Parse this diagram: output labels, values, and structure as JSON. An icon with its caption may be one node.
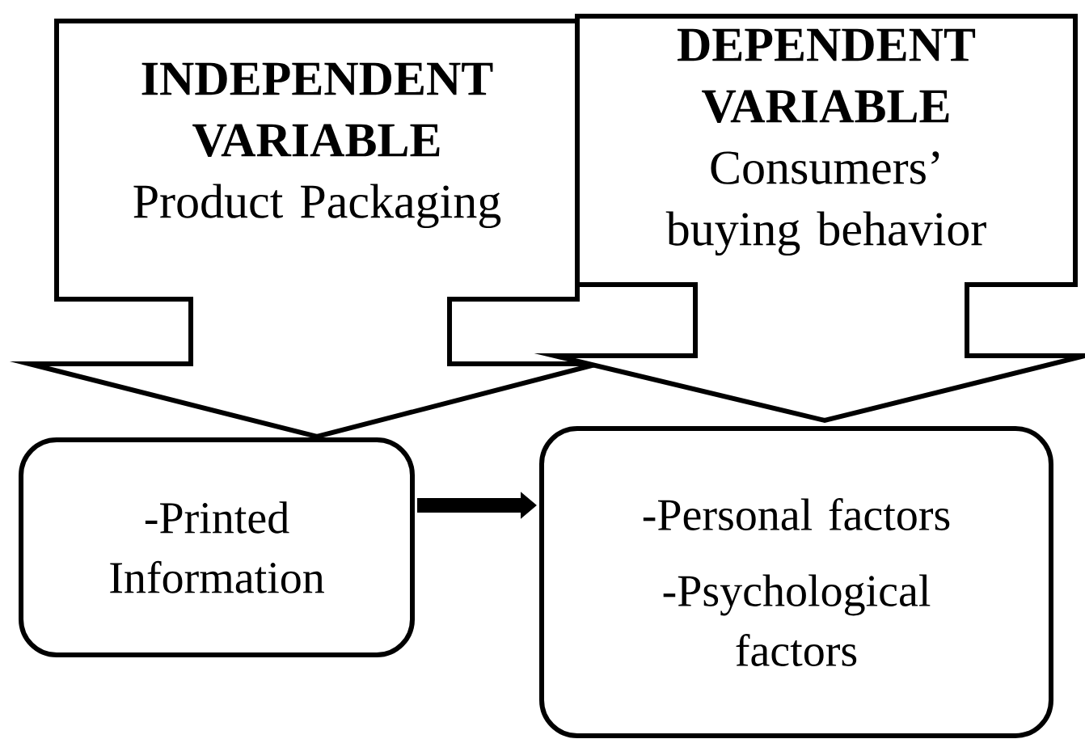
{
  "diagram": {
    "nodes": [
      {
        "text": [
          "INDEPENDENT VARIABLE",
          "Product Packaging"
        ]
      },
      {
        "text": [
          "DEPENDENT VARIABLE",
          "Consumers’ buying behavior"
        ]
      },
      {
        "text": [
          "-Printed Information"
        ]
      },
      {
        "text": [
          "-Personal factors",
          "-Psychological factors"
        ]
      }
    ],
    "edges": [
      {
        "from": 2,
        "to": 3,
        "arrow": "to"
      }
    ]
  }
}
